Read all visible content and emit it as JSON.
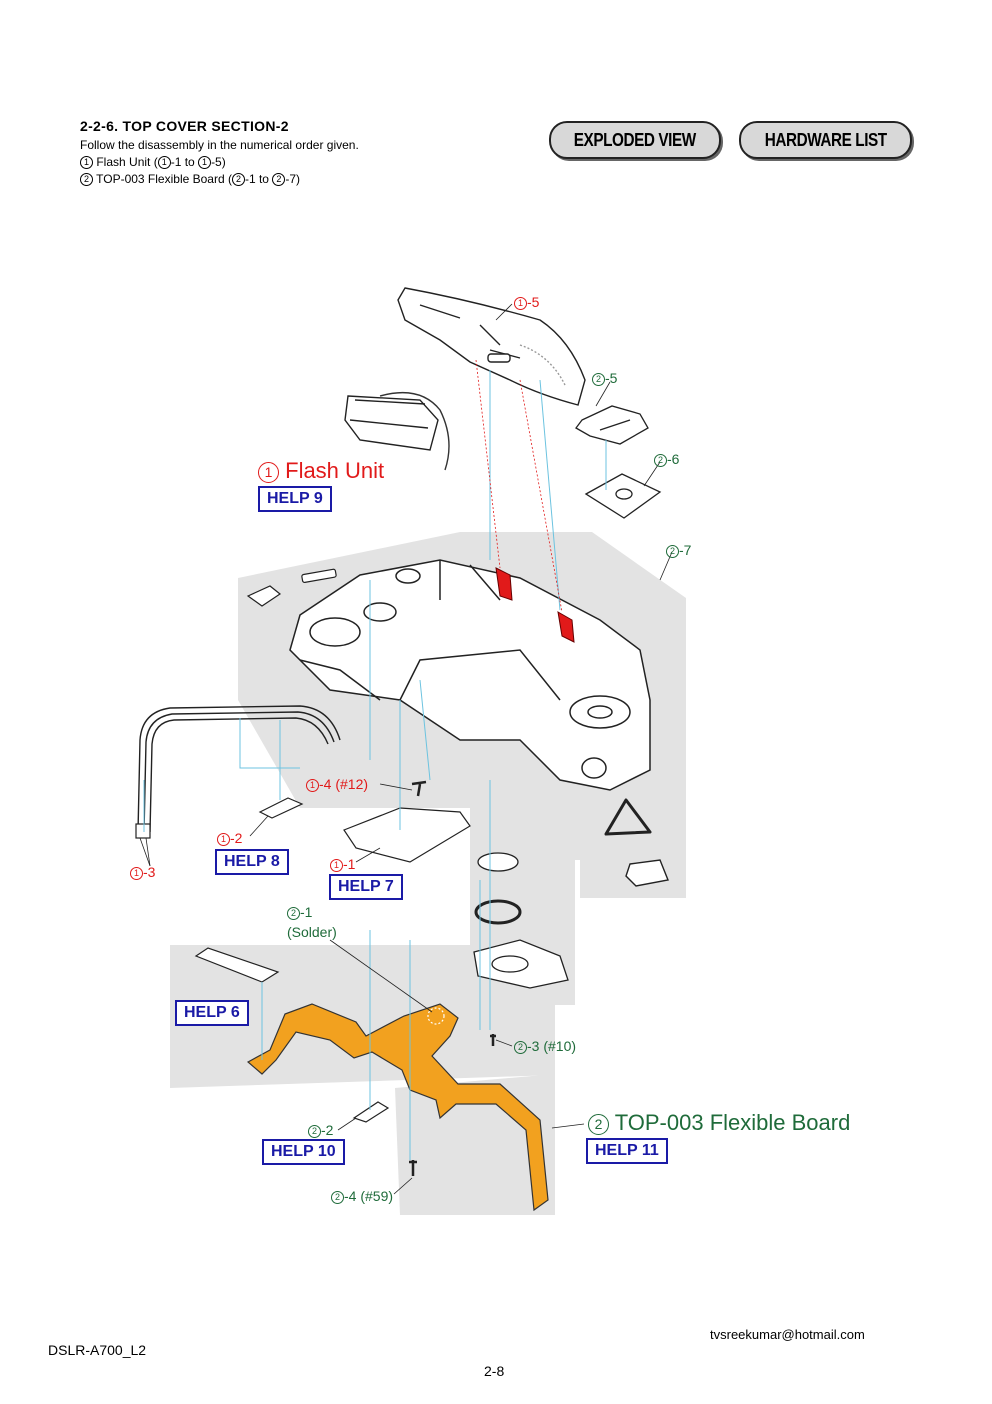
{
  "header": {
    "title": "2-2-6.  TOP  COVER  SECTION-2",
    "instruction": "Follow the disassembly in the numerical order given.",
    "steps": [
      {
        "num": "1",
        "text": "Flash Unit (",
        "r1": "1",
        "m": "-1 to ",
        "r2": "1",
        "e": "-5)"
      },
      {
        "num": "2",
        "text": "TOP-003 Flexible Board (",
        "r1": "2",
        "m": "-1 to ",
        "r2": "2",
        "e": "-7)"
      }
    ]
  },
  "nav": {
    "exploded": "EXPLODED VIEW",
    "hardware": "HARDWARE LIST"
  },
  "labels": {
    "l1_5": "-5",
    "l2_5": "-5",
    "l2_6": "-6",
    "l2_7": "-7",
    "l1_4": "-4 (#12)",
    "l1_2": "-2",
    "l1_1": "-1",
    "l1_3": "-3",
    "l2_1": "-1",
    "l2_1b": "(Solder)",
    "l2_3": "-3 (#10)",
    "l2_2": "-2",
    "l2_4": "-4 (#59)",
    "c1": "1",
    "c2": "2"
  },
  "titles": {
    "flash": "Flash Unit",
    "board": "TOP-003 Flexible Board"
  },
  "help": {
    "h9": "HELP 9",
    "h8": "HELP 8",
    "h7": "HELP 7",
    "h6": "HELP 6",
    "h10": "HELP 10",
    "h11": "HELP 11"
  },
  "footer": {
    "email": "tvsreekumar@hotmail.com",
    "model": "DSLR-A700_L2",
    "page": "2-8"
  },
  "colors": {
    "red": "#e11a1a",
    "green": "#1f6b3a",
    "help": "#1a1aa6",
    "flex": "#f2a11f",
    "shade": "#e3e3e3"
  }
}
